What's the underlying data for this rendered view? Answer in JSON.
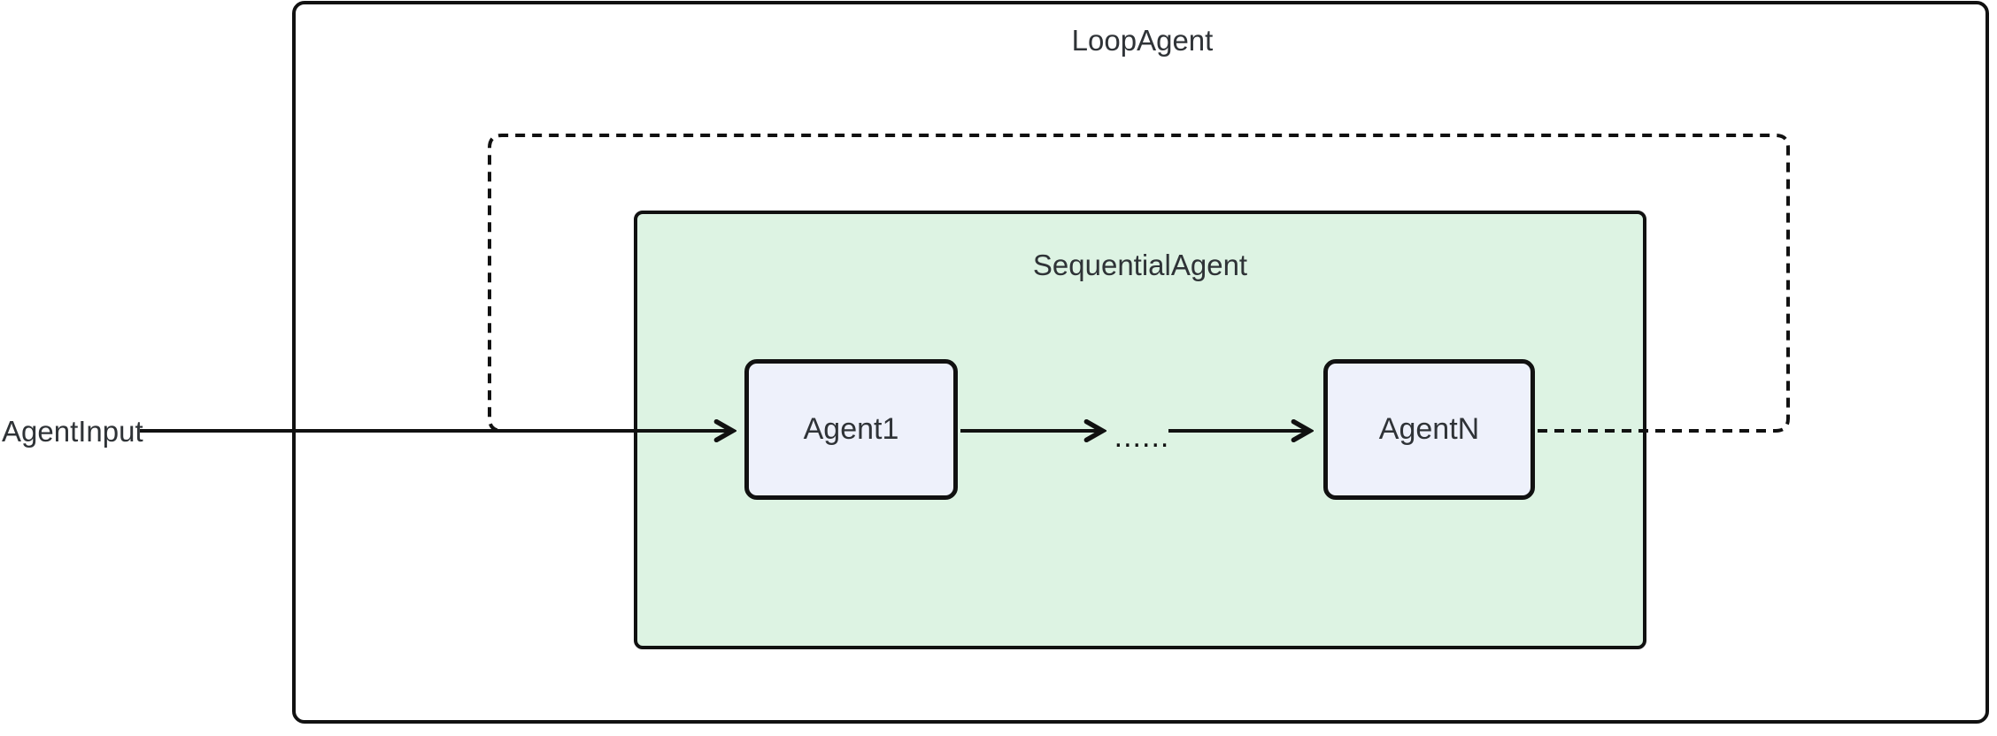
{
  "diagram": {
    "type": "flowchart",
    "outer_container": {
      "label": "LoopAgent"
    },
    "sequential_container": {
      "label": "SequentialAgent"
    },
    "nodes": [
      {
        "id": "agent1",
        "label": "Agent1"
      },
      {
        "id": "agentn",
        "label": "AgentN"
      }
    ],
    "input": {
      "label": "AgentInput"
    },
    "edges": [
      {
        "from": "AgentInput",
        "to": "Agent1",
        "style": "solid-arrow"
      },
      {
        "from": "Agent1",
        "to": "......",
        "style": "solid-arrow"
      },
      {
        "from": "......",
        "to": "AgentN",
        "style": "solid-arrow",
        "label": "......"
      },
      {
        "from": "AgentN",
        "to": "Agent1",
        "style": "dashed-loop"
      }
    ],
    "edge_ellipsis": {
      "label": "......"
    },
    "colors": {
      "background": "#ffffff",
      "sequential_fill": "#ddf3e3",
      "node_fill": "#eef1fb",
      "line": "#111111",
      "text": "#2f3337"
    }
  }
}
